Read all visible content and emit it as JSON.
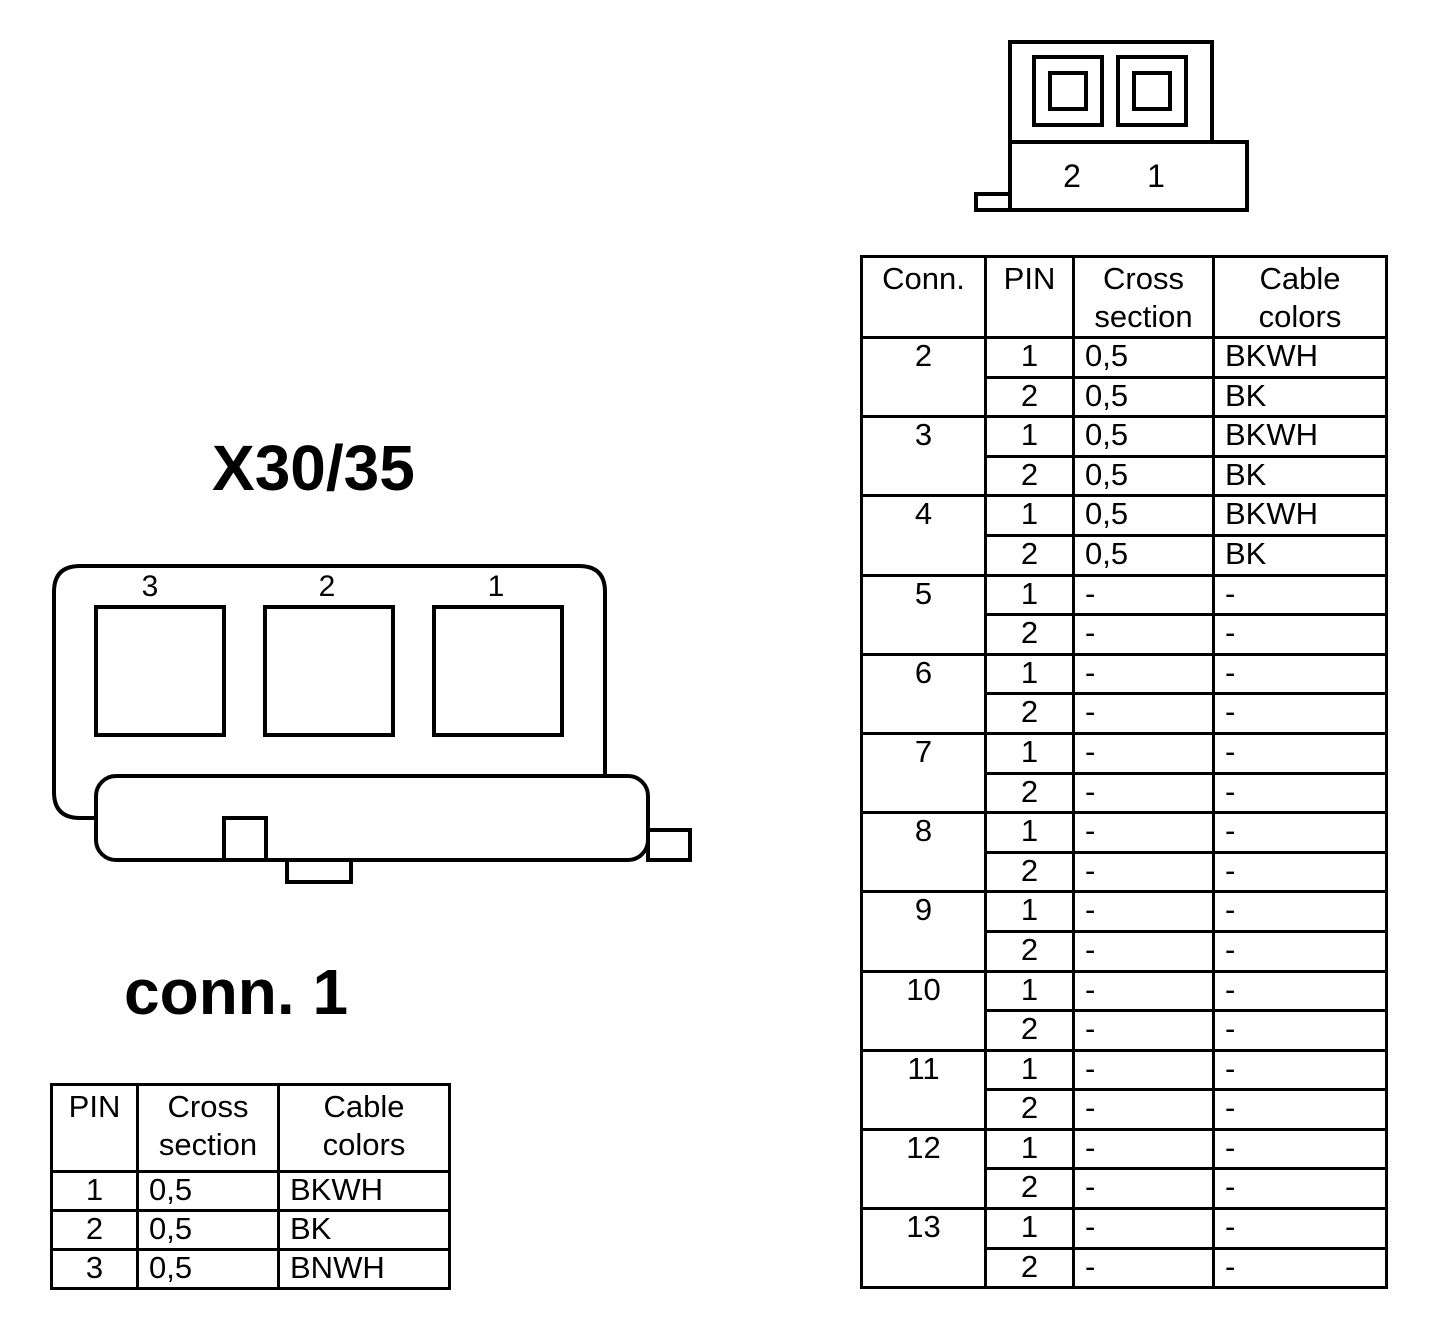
{
  "connector_x30": {
    "title": "X30/35",
    "pin_labels": [
      "3",
      "2",
      "1"
    ],
    "subtitle": "conn. 1",
    "table": {
      "headers": [
        "PIN",
        "Cross section",
        "Cable colors"
      ],
      "rows": [
        {
          "pin": "1",
          "cross": "0,5",
          "color": "BKWH"
        },
        {
          "pin": "2",
          "cross": "0,5",
          "color": "BK"
        },
        {
          "pin": "3",
          "cross": "0,5",
          "color": "BNWH"
        }
      ]
    }
  },
  "connector_small": {
    "pin_labels": [
      "2",
      "1"
    ]
  },
  "conn_table": {
    "headers": [
      "Conn.",
      "PIN",
      "Cross section",
      "Cable colors"
    ],
    "groups": [
      {
        "conn": "2",
        "rows": [
          {
            "pin": "1",
            "cross": "0,5",
            "color": "BKWH"
          },
          {
            "pin": "2",
            "cross": "0,5",
            "color": "BK"
          }
        ]
      },
      {
        "conn": "3",
        "rows": [
          {
            "pin": "1",
            "cross": "0,5",
            "color": "BKWH"
          },
          {
            "pin": "2",
            "cross": "0,5",
            "color": "BK"
          }
        ]
      },
      {
        "conn": "4",
        "rows": [
          {
            "pin": "1",
            "cross": "0,5",
            "color": "BKWH"
          },
          {
            "pin": "2",
            "cross": "0,5",
            "color": "BK"
          }
        ]
      },
      {
        "conn": "5",
        "rows": [
          {
            "pin": "1",
            "cross": "-",
            "color": "-"
          },
          {
            "pin": "2",
            "cross": "-",
            "color": "-"
          }
        ]
      },
      {
        "conn": "6",
        "rows": [
          {
            "pin": "1",
            "cross": "-",
            "color": "-"
          },
          {
            "pin": "2",
            "cross": "-",
            "color": "-"
          }
        ]
      },
      {
        "conn": "7",
        "rows": [
          {
            "pin": "1",
            "cross": "-",
            "color": "-"
          },
          {
            "pin": "2",
            "cross": "-",
            "color": "-"
          }
        ]
      },
      {
        "conn": "8",
        "rows": [
          {
            "pin": "1",
            "cross": "-",
            "color": "-"
          },
          {
            "pin": "2",
            "cross": "-",
            "color": "-"
          }
        ]
      },
      {
        "conn": "9",
        "rows": [
          {
            "pin": "1",
            "cross": "-",
            "color": "-"
          },
          {
            "pin": "2",
            "cross": "-",
            "color": "-"
          }
        ]
      },
      {
        "conn": "10",
        "rows": [
          {
            "pin": "1",
            "cross": "-",
            "color": "-"
          },
          {
            "pin": "2",
            "cross": "-",
            "color": "-"
          }
        ]
      },
      {
        "conn": "11",
        "rows": [
          {
            "pin": "1",
            "cross": "-",
            "color": "-"
          },
          {
            "pin": "2",
            "cross": "-",
            "color": "-"
          }
        ]
      },
      {
        "conn": "12",
        "rows": [
          {
            "pin": "1",
            "cross": "-",
            "color": "-"
          },
          {
            "pin": "2",
            "cross": "-",
            "color": "-"
          }
        ]
      },
      {
        "conn": "13",
        "rows": [
          {
            "pin": "1",
            "cross": "-",
            "color": "-"
          },
          {
            "pin": "2",
            "cross": "-",
            "color": "-"
          }
        ]
      }
    ]
  }
}
